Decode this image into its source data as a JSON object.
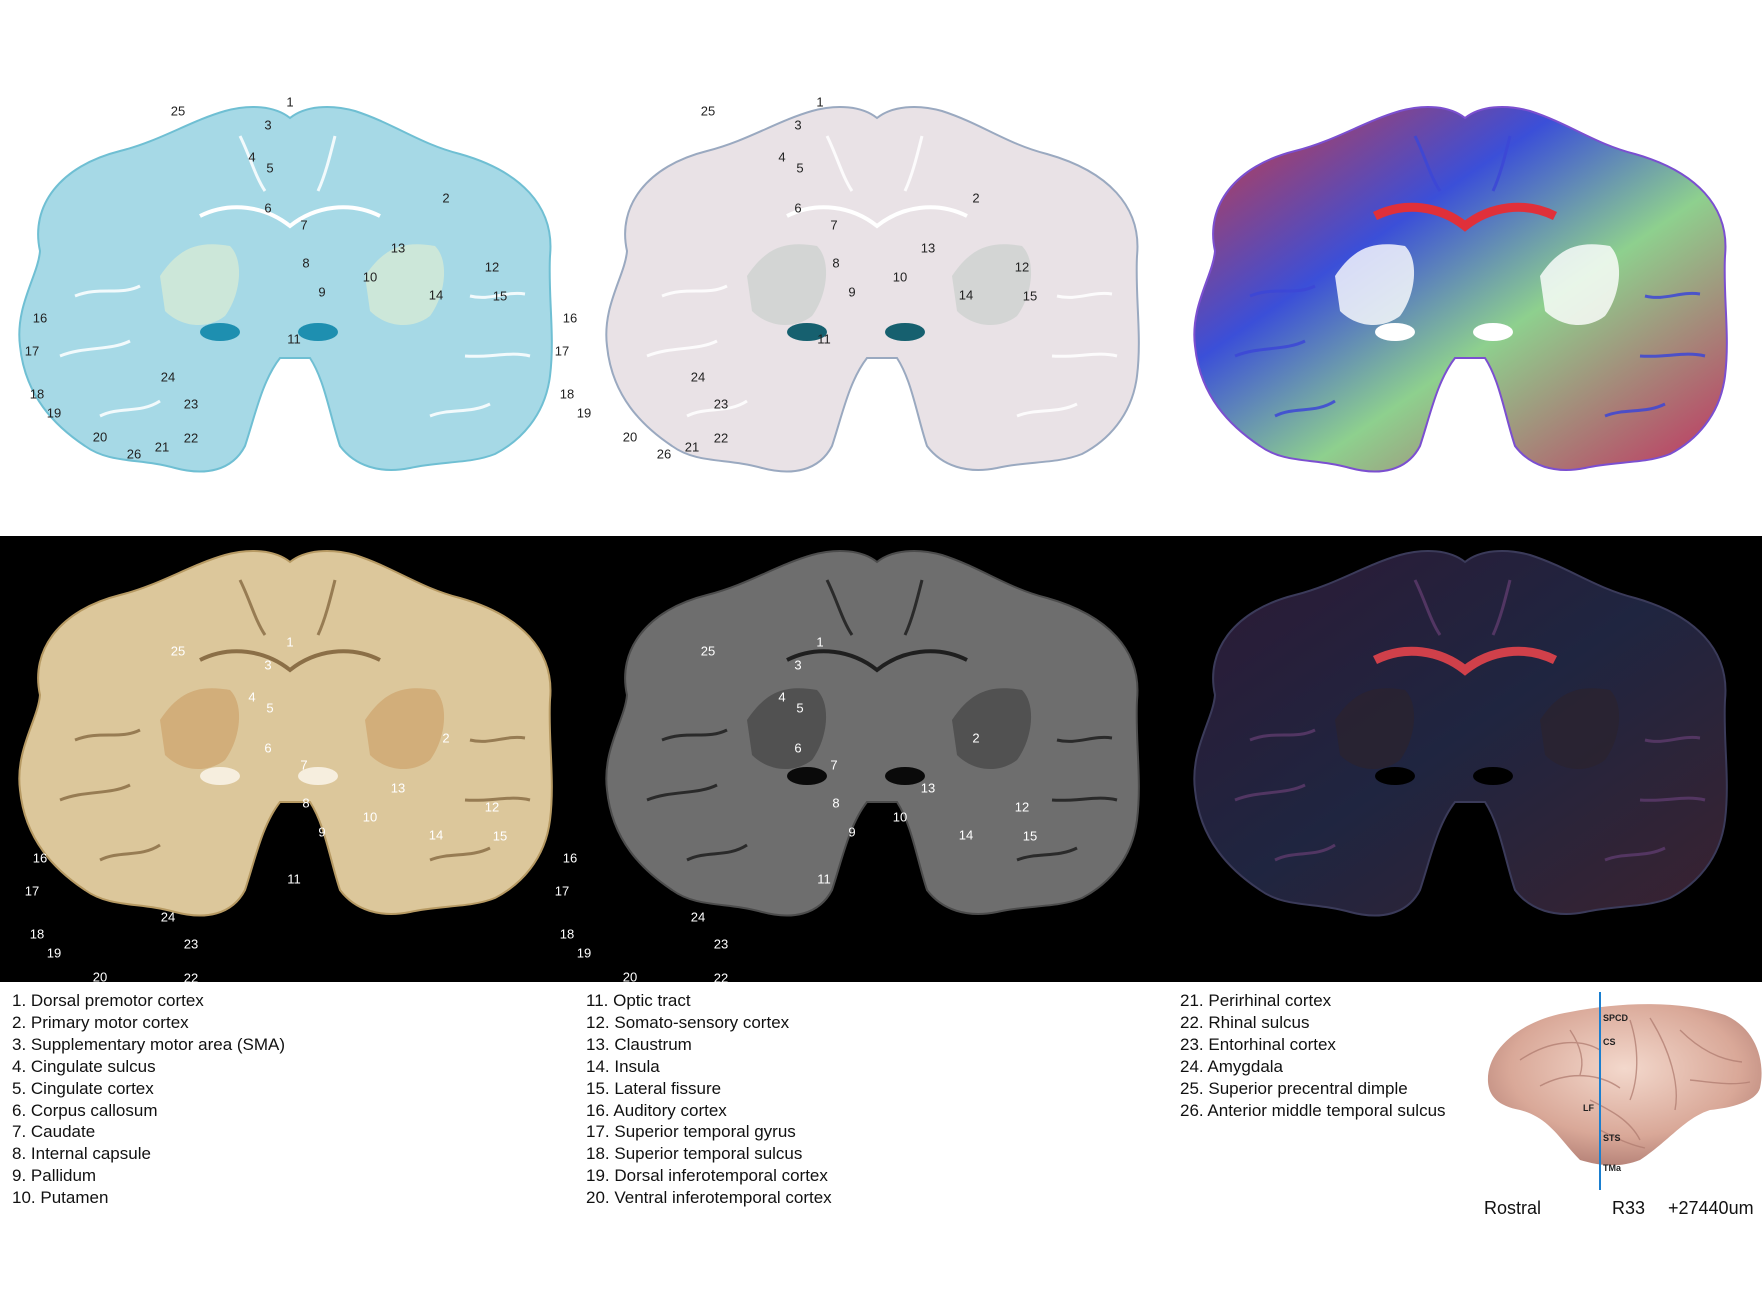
{
  "labels": [
    "1",
    "2",
    "3",
    "4",
    "5",
    "6",
    "7",
    "8",
    "9",
    "10",
    "11",
    "12",
    "13",
    "14",
    "15",
    "16",
    "17",
    "18",
    "19",
    "20",
    "21",
    "22",
    "23",
    "24",
    "25",
    "26"
  ],
  "legend": {
    "col1": [
      "1. Dorsal premotor cortex",
      "2. Primary motor cortex",
      "3. Supplementary motor area (SMA)",
      "4. Cingulate sulcus",
      "5. Cingulate cortex",
      "6. Corpus callosum",
      "7. Caudate",
      "8. Internal capsule",
      "9. Pallidum",
      "10. Putamen"
    ],
    "col2": [
      "11. Optic tract",
      "12. Somato-sensory cortex",
      "13. Claustrum",
      "14. Insula",
      "15. Lateral fissure",
      "16. Auditory cortex",
      "17. Superior temporal gyrus",
      "18. Superior temporal sulcus",
      "19. Dorsal inferotemporal cortex",
      "20. Ventral inferotemporal cortex"
    ],
    "col3": [
      "21. Perirhinal cortex",
      "22. Rhinal sulcus",
      "23. Entorhinal cortex",
      "24. Amygdala",
      "25. Superior precentral dimple",
      "26. Anterior middle temporal sulcus"
    ]
  },
  "inset": {
    "sulci": [
      "SPCD",
      "CS",
      "LF",
      "STS",
      "TMa"
    ],
    "caption_left": "Rostral",
    "caption_mid": "R33",
    "caption_right": "+27440um"
  },
  "colors": {
    "stain_blue": "#9ed6e4",
    "stain_brown": "#d9c295",
    "band_black": "#000000",
    "section_line": "#1b7fcf"
  }
}
